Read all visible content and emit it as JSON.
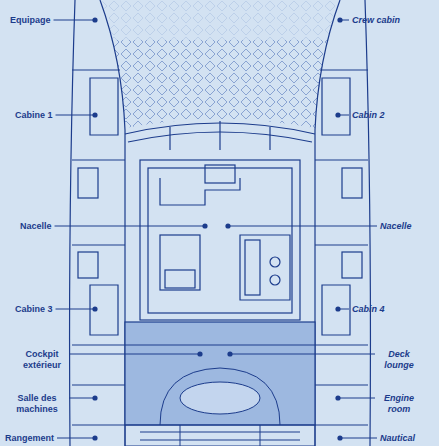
{
  "diagram": {
    "labels": [
      "Equipage",
      "Crew cabin",
      "Cabine 1",
      "Cabin 2",
      "Nacelle",
      "Nacelle",
      "Cabine 3",
      "Cabin 4",
      "Cockpit extérieur",
      "Deck lounge",
      "Salle des machines",
      "Engine room",
      "Rangement",
      "Nautical"
    ]
  }
}
